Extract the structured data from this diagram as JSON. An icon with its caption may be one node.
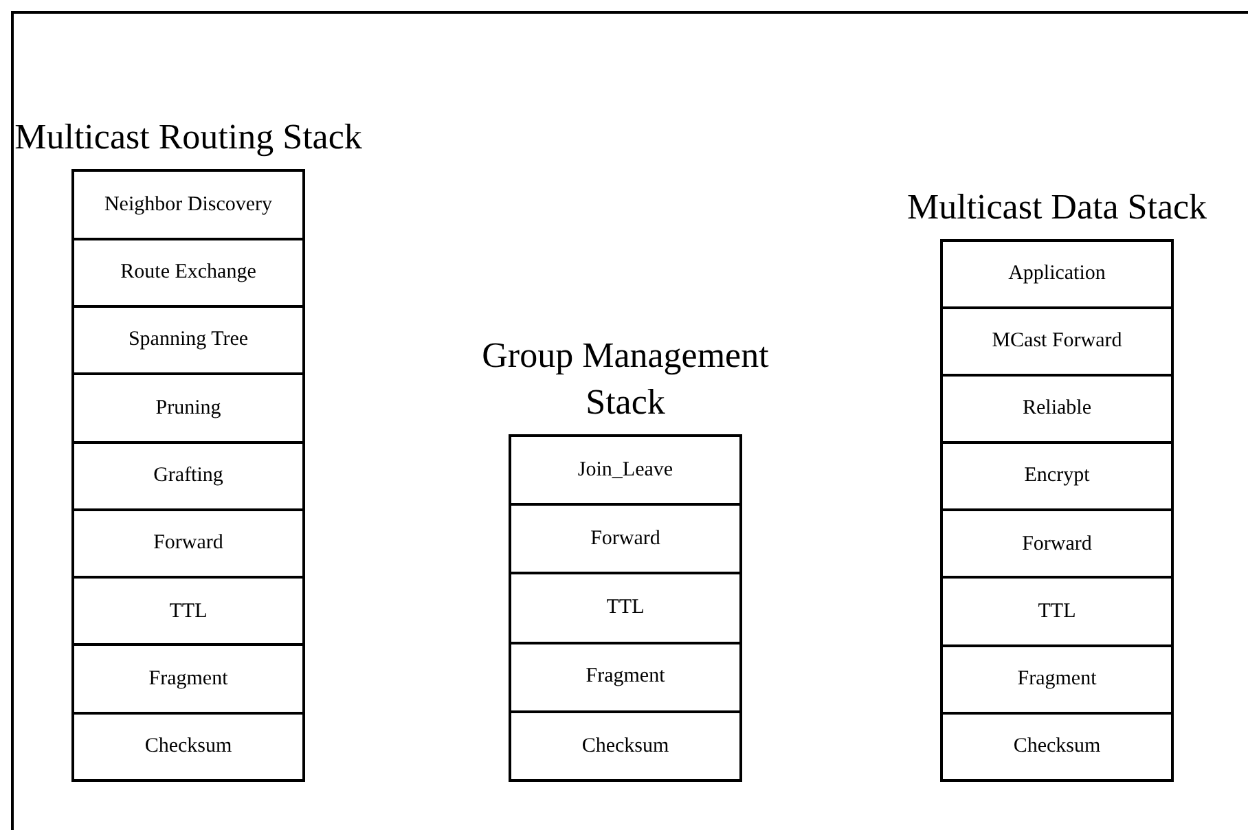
{
  "diagram": {
    "nodes": [
      {
        "text": [
          "Multicast Routing Stack"
        ]
      },
      {
        "text": [
          "Neighbor Discovery"
        ],
        "in": 0
      },
      {
        "text": [
          "Route Exchange"
        ],
        "in": 0
      },
      {
        "text": [
          "Spanning Tree"
        ],
        "in": 0
      },
      {
        "text": [
          "Pruning"
        ],
        "in": 0
      },
      {
        "text": [
          "Grafting"
        ],
        "in": 0
      },
      {
        "text": [
          "Forward"
        ],
        "in": 0
      },
      {
        "text": [
          "TTL"
        ],
        "in": 0
      },
      {
        "text": [
          "Fragment"
        ],
        "in": 0
      },
      {
        "text": [
          "Checksum"
        ],
        "in": 0
      },
      {
        "text": [
          "Group Management Stack"
        ]
      },
      {
        "text": [
          "Join_Leave"
        ],
        "in": 10
      },
      {
        "text": [
          "Forward"
        ],
        "in": 10
      },
      {
        "text": [
          "TTL"
        ],
        "in": 10
      },
      {
        "text": [
          "Fragment"
        ],
        "in": 10
      },
      {
        "text": [
          "Checksum"
        ],
        "in": 10
      },
      {
        "text": [
          "Multicast Data Stack"
        ]
      },
      {
        "text": [
          "Application"
        ],
        "in": 16
      },
      {
        "text": [
          "MCast Forward"
        ],
        "in": 16
      },
      {
        "text": [
          "Reliable"
        ],
        "in": 16
      },
      {
        "text": [
          "Encrypt"
        ],
        "in": 16
      },
      {
        "text": [
          "Forward"
        ],
        "in": 16
      },
      {
        "text": [
          "TTL"
        ],
        "in": 16
      },
      {
        "text": [
          "Fragment"
        ],
        "in": 16
      },
      {
        "text": [
          "Checksum"
        ],
        "in": 16
      }
    ]
  }
}
